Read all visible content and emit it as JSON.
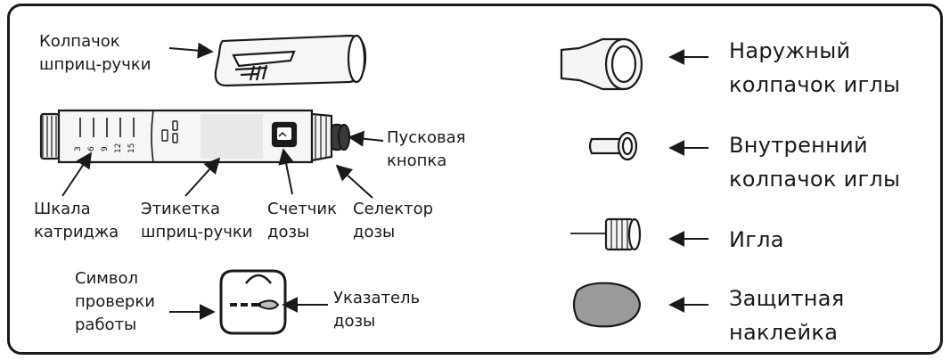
{
  "labels": {
    "pen_cap": "Колпачок\nшприц-ручки",
    "start_button": "Пусковая\nкнопка",
    "cartridge_scale": "Шкала\nкатриджа",
    "pen_label": "Этикетка\nшприц-ручки",
    "dose_counter": "Счетчик\nдозы",
    "dose_selector": "Селектор\nдозы",
    "check_symbol": "Символ\nпроверки\nработы",
    "dose_pointer": "Указатель\nдозы",
    "outer_needle_cap": "Наружный\nколпачок иглы",
    "inner_needle_cap": "Внутренний\nколпачок иглы",
    "needle": "Игла",
    "protective_tab": "Защитная\nнаклейка"
  },
  "scale_marks": [
    "3",
    "6",
    "9",
    "12",
    "15"
  ],
  "colors": {
    "outline": "#1a1a1a",
    "pen_body": "#f4f4f4",
    "label_band": "#e8e8e8",
    "sticker": "#9a9a9a",
    "button": "#3a3a3a"
  }
}
